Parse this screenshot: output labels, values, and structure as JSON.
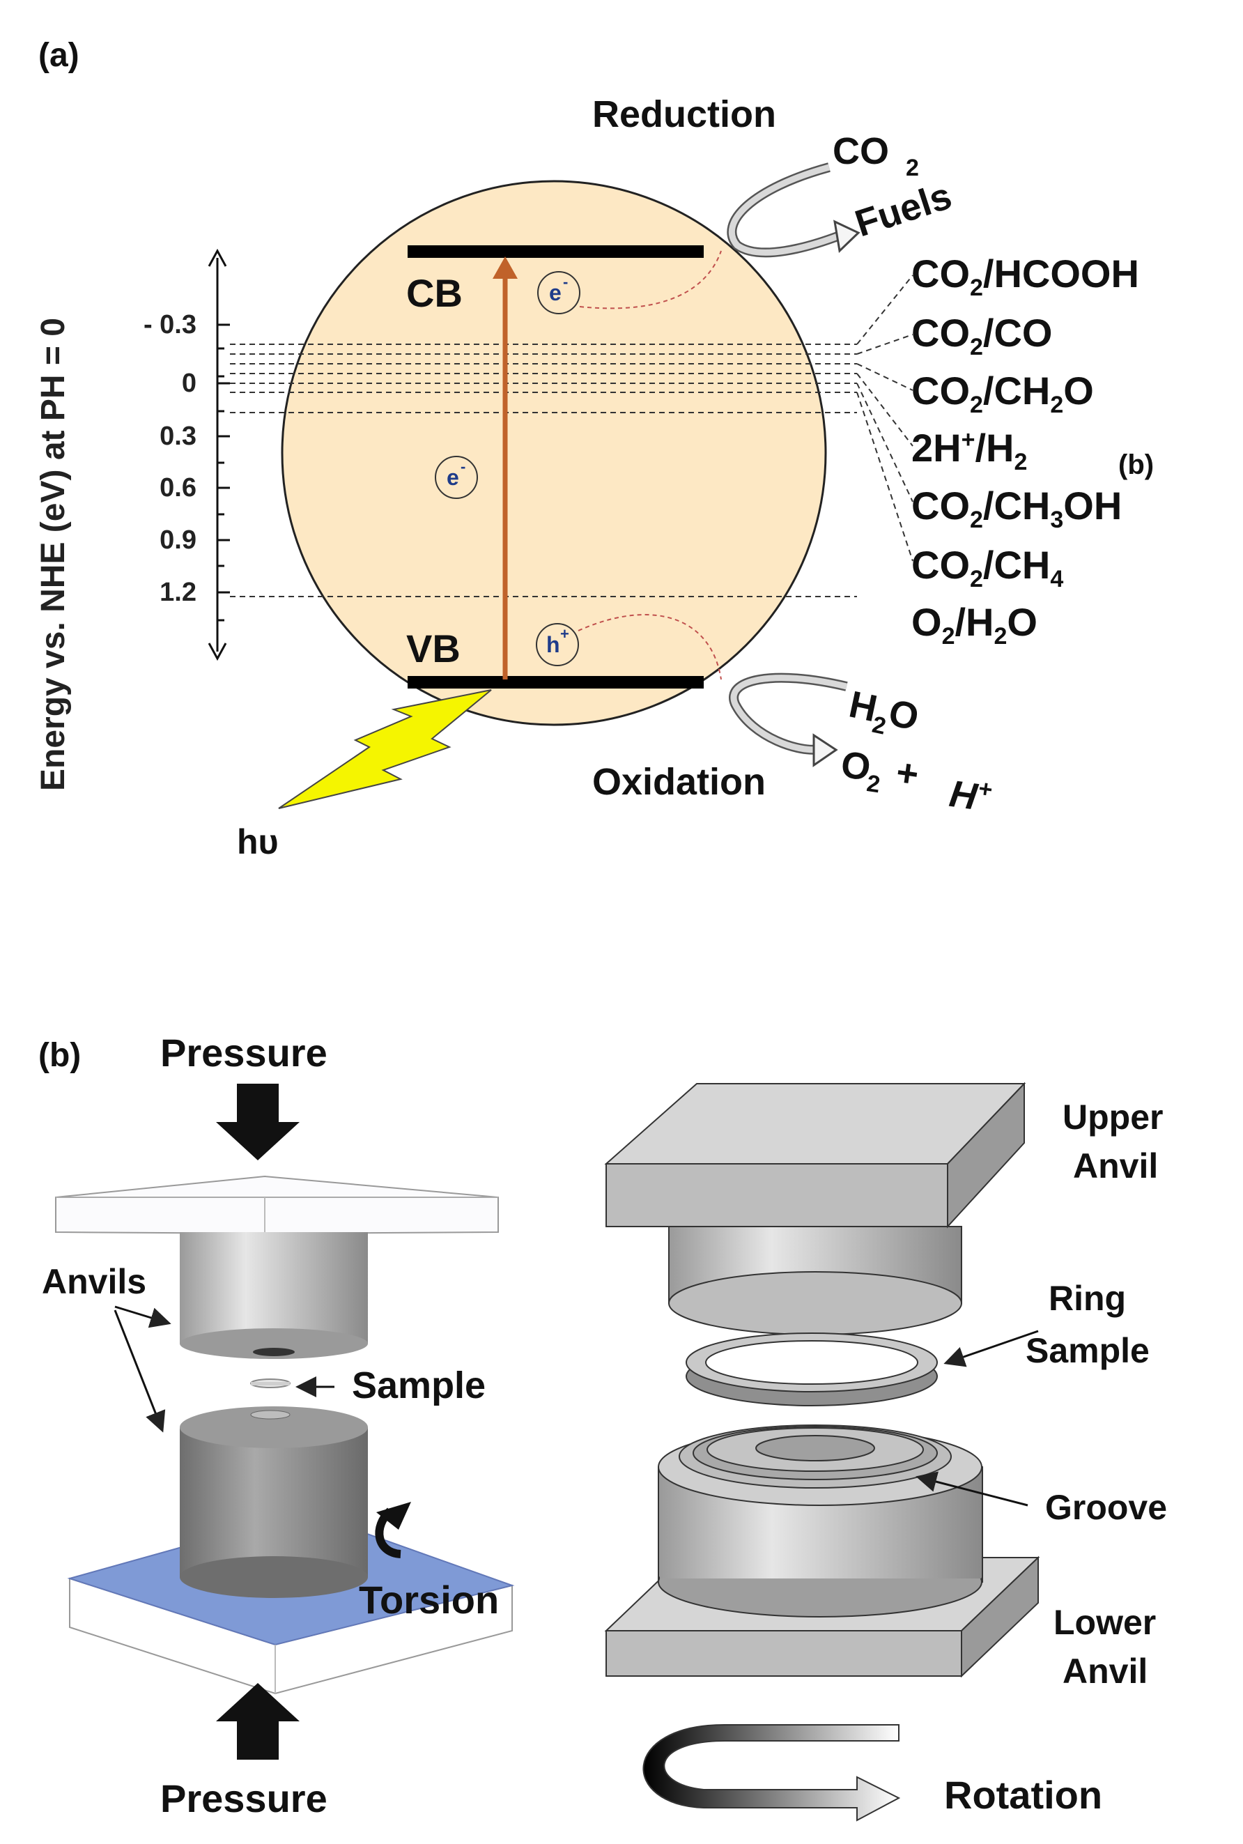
{
  "panel_a": {
    "label": "(a)",
    "y_axis_title": "Energy vs. NHE (eV) at PH = 0",
    "ticks": [
      "- 0.3",
      "0",
      "0.3",
      "0.6",
      "0.9",
      "1.2"
    ],
    "cb": "CB",
    "vb": "VB",
    "electron_top": "e",
    "electron_mid": "e",
    "hole": "h",
    "minus": "-",
    "plus": "+",
    "reduction": "Reduction",
    "oxidation": "Oxidation",
    "co2": "CO",
    "fuels": "Fuels",
    "h2o": "H",
    "o2": "O",
    "hplus": "H",
    "hv": "hυ",
    "couples": {
      "c1": "CO/HCOOH",
      "c2": "CO/CO",
      "c3": "CO/CHO",
      "c4": "2H/H",
      "c5": "CO/CHOH",
      "c6": "CO/CH",
      "c7": "O/HO"
    },
    "sub_b_tag": "(b)"
  },
  "panel_b": {
    "label": "(b)",
    "pressure_top": "Pressure",
    "pressure_bottom": "Pressure",
    "anvils": "Anvils",
    "sample": "Sample",
    "torsion": "Torsion",
    "upper_anvil_1": "Upper",
    "upper_anvil_2": "Anvil",
    "ring_sample_1": "Ring",
    "ring_sample_2": "Sample",
    "groove": "Groove",
    "lower_anvil_1": "Lower",
    "lower_anvil_2": "Anvil",
    "rotation": "Rotation"
  },
  "colors": {
    "circle_fill": "#fde8c4",
    "arrow_orange": "#c0622a",
    "lightning": "#f5f500",
    "base_blue": "#7f9ad6",
    "dashed_red": "#c0504d"
  }
}
